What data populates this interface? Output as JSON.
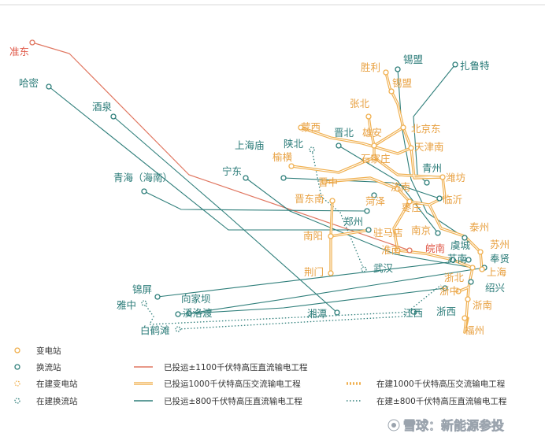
{
  "colors": {
    "red": "#e07660",
    "orange": "#f0b050",
    "teal": "#2e7e7a",
    "label_orange": "#e8a040",
    "label_teal": "#2a7b78",
    "label_red": "#e05a4a"
  },
  "stations": {
    "huaidong": "准东",
    "hami": "哈密",
    "jiuquan": "酒泉",
    "qinghai": "青海（海南）",
    "ningdong": "宁东",
    "shanghaimiao": "上海庙",
    "shanbei": "陕北",
    "ximeng_top": "锡盟",
    "shengli": "胜利",
    "ximeng": "锡盟",
    "zhaluteqi": "扎鲁特",
    "zhangbei": "张北",
    "mengxi": "蒙西",
    "jinbei": "晋北",
    "xiongan": "雄安",
    "beijingdong": "北京东",
    "tianjinnan": "天津南",
    "yuheng": "榆横",
    "shijiazhuang": "石家庄",
    "qingzhou": "青州",
    "weifang": "潍坊",
    "jinzhong": "晋中",
    "jinan": "济南",
    "linyi": "临沂",
    "jindongnan": "晋东南",
    "heze": "菏泽",
    "zaozhuang": "枣庄",
    "zhengzhou": "郑州",
    "nanyang": "南阳",
    "zhumadian": "驻马店",
    "nanjing": "南京",
    "taizhou": "泰州",
    "suzhou": "苏州",
    "huainan": "淮南",
    "wannan": "皖南",
    "yucheng": "虞城",
    "sunan": "苏南",
    "fengxian": "奉贤",
    "shanghai": "上海",
    "jingmen": "荆门",
    "wuhan": "武汉",
    "zhebei": "浙北",
    "shaoxing": "绍兴",
    "zhezhong": "浙中",
    "zhenan": "浙南",
    "zhexi": "浙西",
    "fuzhou": "福州",
    "jinping": "锦屏",
    "yazhong": "雅中",
    "xiangjiaba": "向家坝",
    "xiluodu": "溪洛渡",
    "baihetan": "白鹤滩",
    "xiangtan": "湘潭",
    "jiangxi": "江西"
  },
  "legend": {
    "substation": "变电站",
    "converter": "换流站",
    "substation_building": "在建变电站",
    "converter_building": "在建换流站",
    "dc1100": "已投运±1100千伏特高压直流输电工程",
    "ac1000": "已投运1000千伏特高压交流输电工程",
    "dc800": "已投运±800千伏特高压直流输电工程",
    "ac1000_building": "在建1000千伏特高压交流输电工程",
    "dc800_building": "在建±800千伏特高压直流输电工程"
  },
  "watermark": "雪球：新能源参投"
}
